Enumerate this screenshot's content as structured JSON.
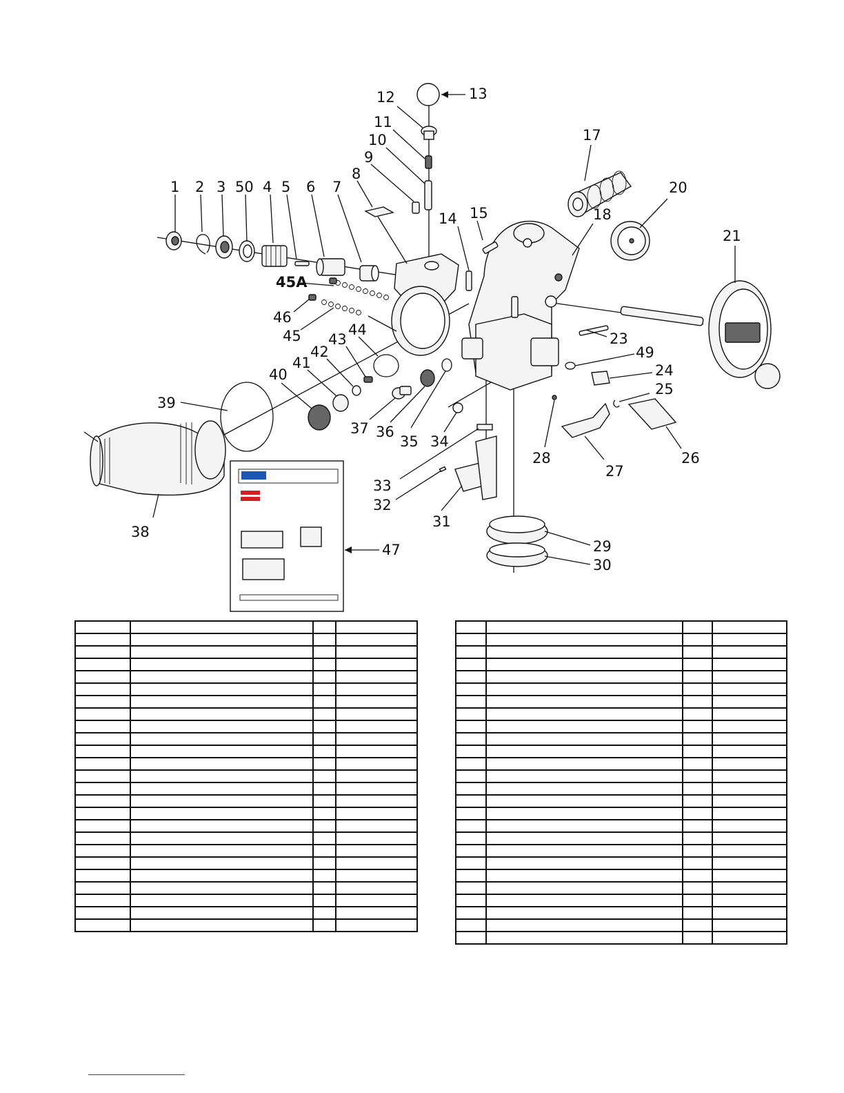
{
  "callouts": [
    {
      "id": "c1",
      "text": "1"
    },
    {
      "id": "c2",
      "text": "2"
    },
    {
      "id": "c3",
      "text": "3"
    },
    {
      "id": "c50",
      "text": "50"
    },
    {
      "id": "c4",
      "text": "4"
    },
    {
      "id": "c5",
      "text": "5"
    },
    {
      "id": "c6",
      "text": "6"
    },
    {
      "id": "c7",
      "text": "7"
    },
    {
      "id": "c8",
      "text": "8"
    },
    {
      "id": "c9",
      "text": "9"
    },
    {
      "id": "c10",
      "text": "10"
    },
    {
      "id": "c11",
      "text": "11"
    },
    {
      "id": "c12",
      "text": "12"
    },
    {
      "id": "c13",
      "text": "13"
    },
    {
      "id": "c14",
      "text": "14"
    },
    {
      "id": "c15",
      "text": "15"
    },
    {
      "id": "c17",
      "text": "17"
    },
    {
      "id": "c18",
      "text": "18"
    },
    {
      "id": "c20",
      "text": "20"
    },
    {
      "id": "c21",
      "text": "21"
    },
    {
      "id": "c23",
      "text": "23"
    },
    {
      "id": "c49",
      "text": "49"
    },
    {
      "id": "c24",
      "text": "24"
    },
    {
      "id": "c25",
      "text": "25"
    },
    {
      "id": "c26",
      "text": "26"
    },
    {
      "id": "c27",
      "text": "27"
    },
    {
      "id": "c28",
      "text": "28"
    },
    {
      "id": "c29",
      "text": "29"
    },
    {
      "id": "c30",
      "text": "30"
    },
    {
      "id": "c31",
      "text": "31"
    },
    {
      "id": "c32",
      "text": "32"
    },
    {
      "id": "c33",
      "text": "33"
    },
    {
      "id": "c34",
      "text": "34"
    },
    {
      "id": "c35",
      "text": "35"
    },
    {
      "id": "c36",
      "text": "36"
    },
    {
      "id": "c37",
      "text": "37"
    },
    {
      "id": "c38",
      "text": "38"
    },
    {
      "id": "c39",
      "text": "39"
    },
    {
      "id": "c40",
      "text": "40"
    },
    {
      "id": "c41",
      "text": "41"
    },
    {
      "id": "c42",
      "text": "42"
    },
    {
      "id": "c43",
      "text": "43"
    },
    {
      "id": "c44",
      "text": "44"
    },
    {
      "id": "c45",
      "text": "45"
    },
    {
      "id": "c45A",
      "text": "45A"
    },
    {
      "id": "c46",
      "text": "46"
    },
    {
      "id": "c47",
      "text": "47"
    }
  ],
  "tables": {
    "left_rows": 25,
    "right_rows": 26
  }
}
